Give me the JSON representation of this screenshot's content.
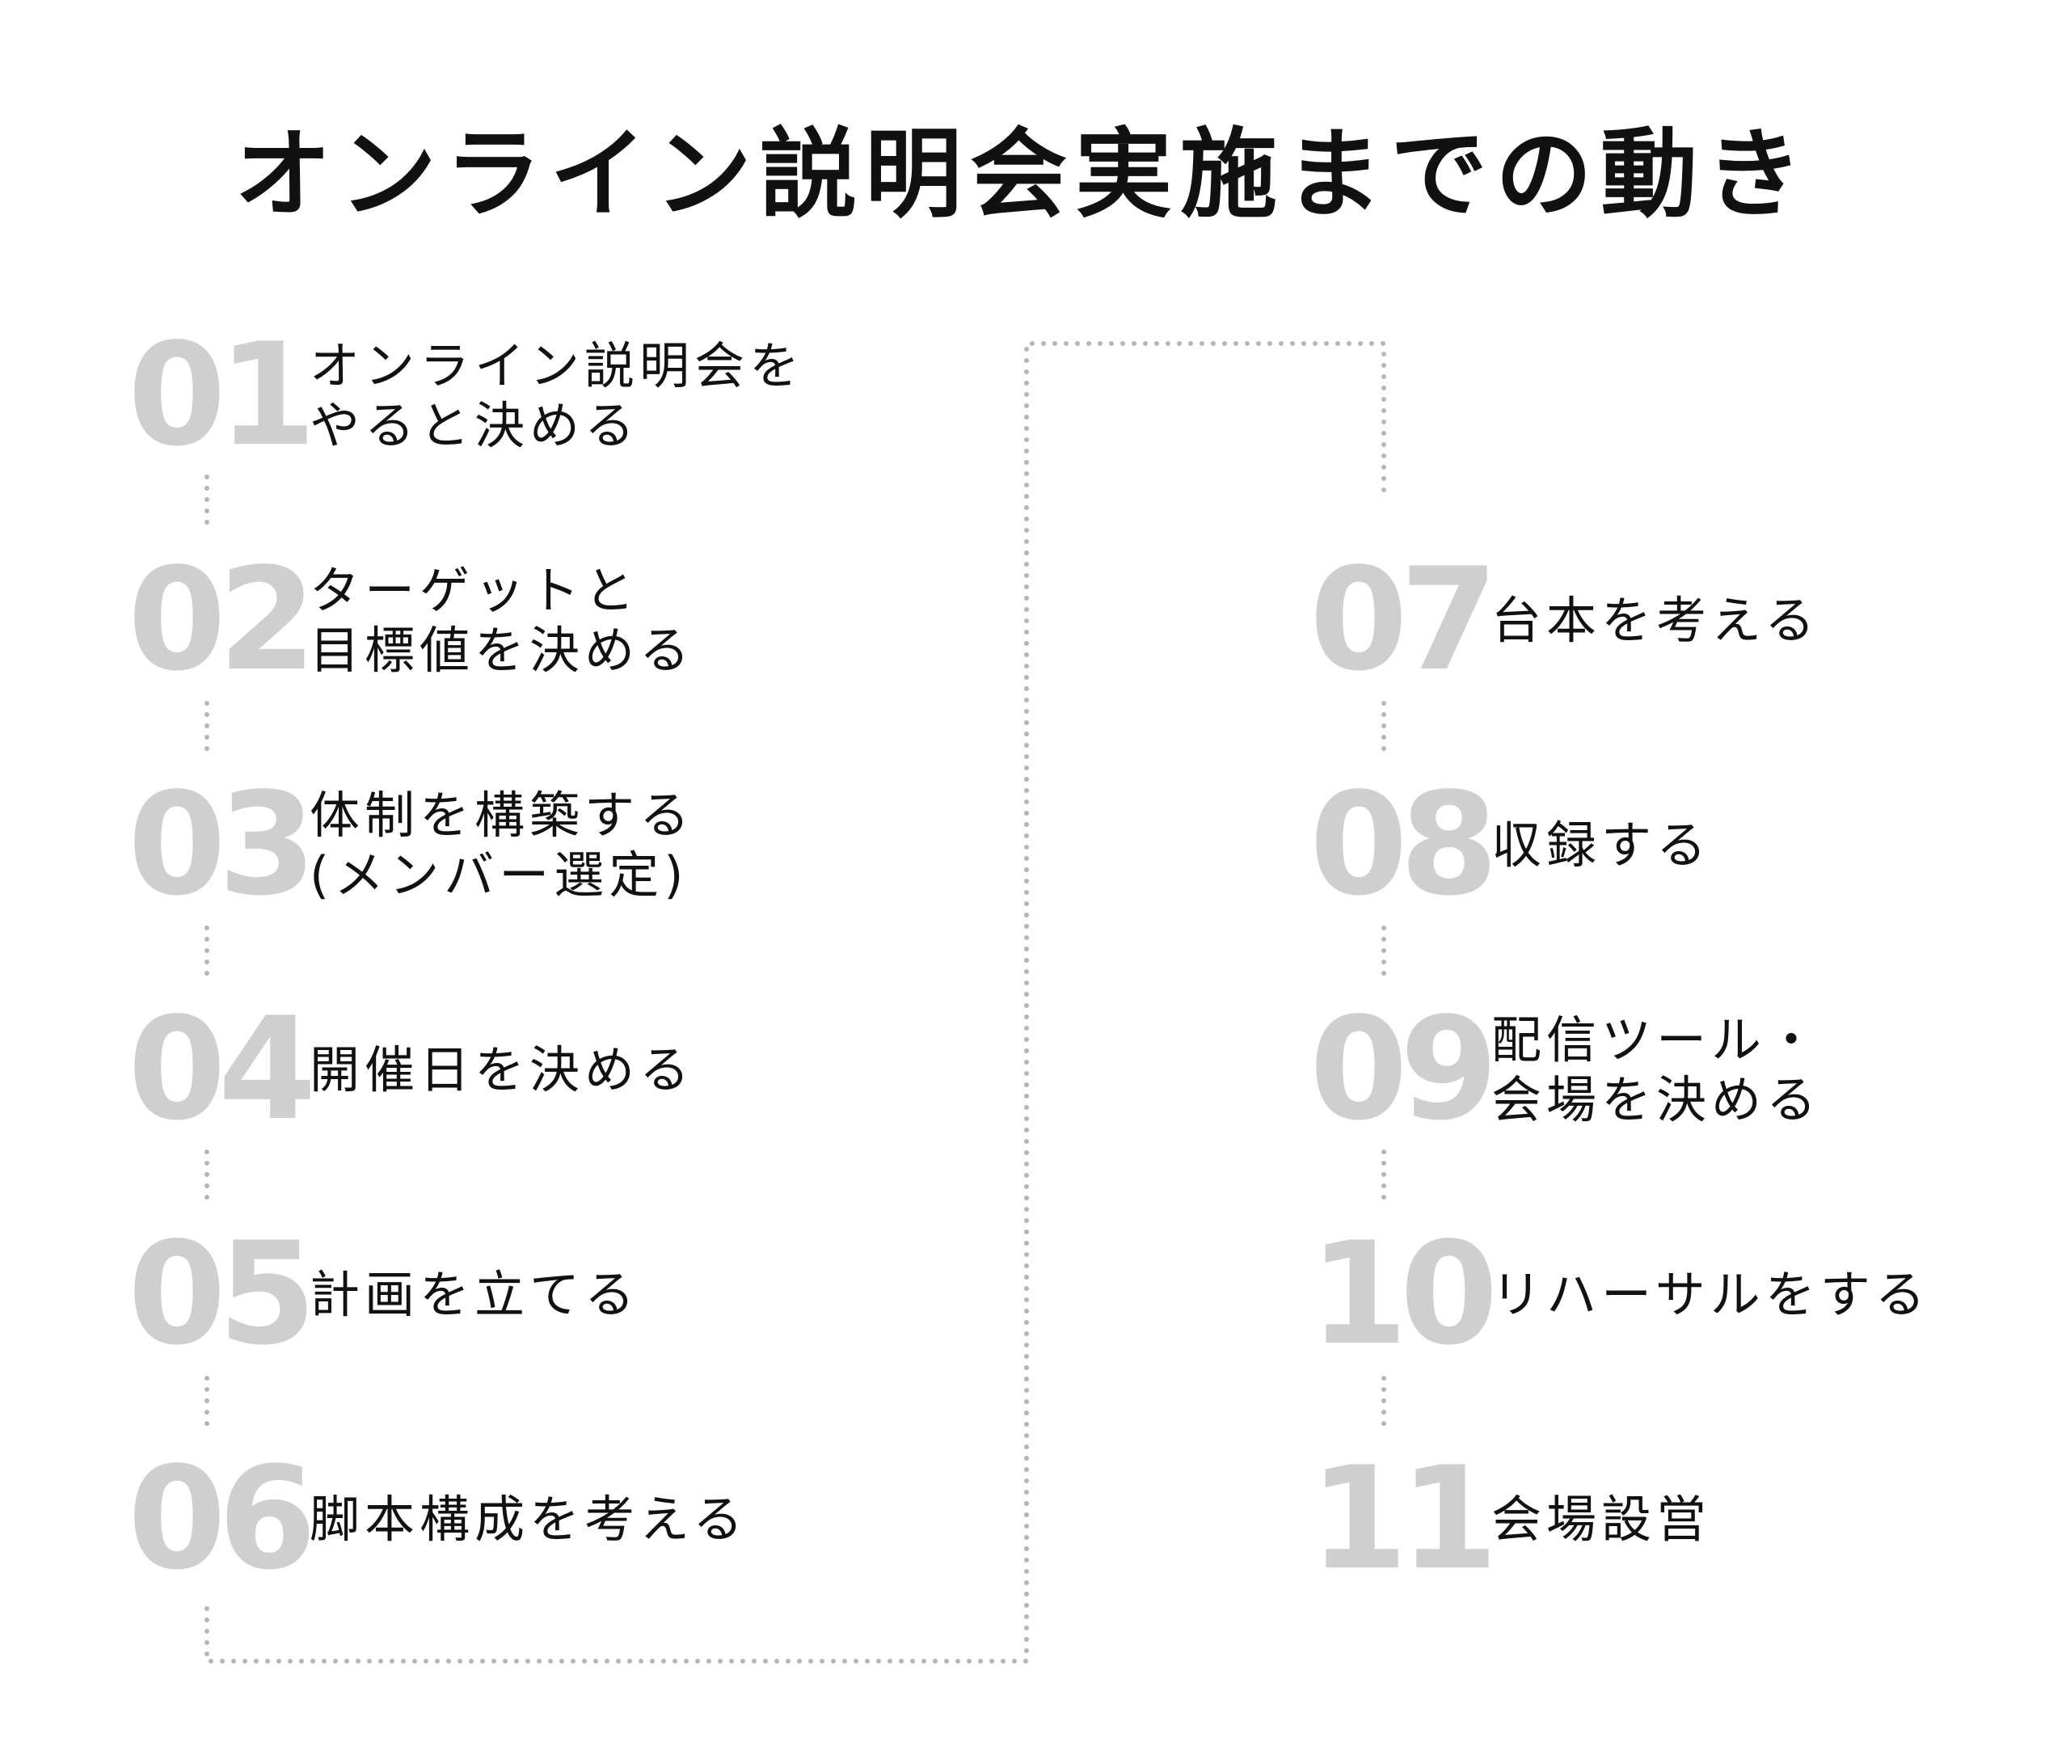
{
  "title": "オンライン説明会実施までの動き",
  "steps": [
    {
      "number": "01",
      "lines": [
        "オンライン説明会を",
        "やると決める"
      ]
    },
    {
      "number": "02",
      "lines": [
        "ターゲットと",
        "目標値を決める"
      ]
    },
    {
      "number": "03",
      "lines": [
        "体制を構築する",
        "(メンバー選定)"
      ]
    },
    {
      "number": "04",
      "lines": [
        "開催日を決める"
      ]
    },
    {
      "number": "05",
      "lines": [
        "計画を立てる"
      ]
    },
    {
      "number": "06",
      "lines": [
        "脚本構成を考える"
      ]
    },
    {
      "number": "07",
      "lines": [
        "台本を考える"
      ]
    },
    {
      "number": "08",
      "lines": [
        "収録する"
      ]
    },
    {
      "number": "09",
      "lines": [
        "配信ツール・",
        "会場を決める"
      ]
    },
    {
      "number": "10",
      "lines": [
        "リハーサルをする"
      ]
    },
    {
      "number": "11",
      "lines": [
        "会場設営"
      ]
    }
  ],
  "colors": {
    "number": "#cfcfcf",
    "text": "#111111",
    "connector": "#b5b5b5"
  }
}
